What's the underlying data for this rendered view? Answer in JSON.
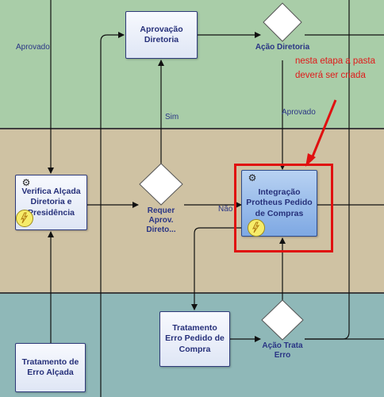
{
  "tasks": {
    "aprovacao_diretoria": "Aprovação Diretoria",
    "verifica_alcada": "Verifica Alçada Diretoria e Presidência",
    "integracao_protheus": "Integração Protheus Pedido de Compras",
    "tratamento_erro_pedido": "Tratamento Erro Pedido de Compra",
    "tratamento_erro_alcada": "Tratamento de Erro Alçada"
  },
  "gateways": {
    "acao_diretoria": "Ação Diretoria",
    "requer_aprov": "Requer Aprov. Direto...",
    "acao_trata_erro": "Ação Trata Erro"
  },
  "flow_labels": {
    "aprovado_left": "Aprovado",
    "aprovado_right": "Aprovado",
    "sim": "Sim",
    "nao": "Não"
  },
  "annotation": {
    "note": "nesta etapa a pasta deverá ser criada",
    "highlight_color": "#e01010"
  },
  "icons": {
    "service_task": "gear-icon",
    "event": "lightning-icon"
  },
  "colors": {
    "lane_top": "#a9cda8",
    "lane_middle": "#cfc2a3",
    "lane_bottom": "#8fb8b8",
    "task_border": "#2e3a7a",
    "active_task": "#7ea8e3"
  }
}
